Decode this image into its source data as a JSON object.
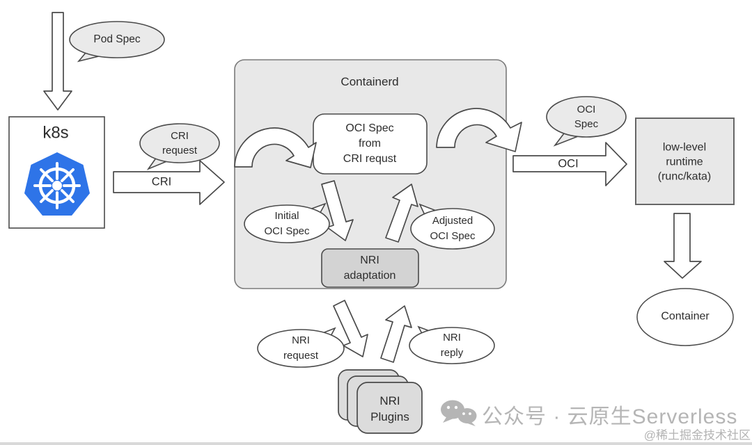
{
  "diagram": {
    "container_title": "Containerd",
    "nodes": {
      "k8s": {
        "label": "k8s"
      },
      "oci_spec_box": {
        "lines": [
          "OCI Spec",
          "from",
          "CRI requst"
        ]
      },
      "nri_adaptation": {
        "lines": [
          "NRI",
          "adaptation"
        ]
      },
      "low_level_runtime": {
        "lines": [
          "low-level",
          "runtime",
          "(runc/kata)"
        ]
      },
      "container": {
        "label": "Container"
      },
      "nri_plugins": {
        "lines": [
          "NRI",
          "Plugins"
        ]
      }
    },
    "bubbles": {
      "pod_spec": {
        "lines": [
          "Pod Spec"
        ]
      },
      "cri_request": {
        "lines": [
          "CRI",
          "request"
        ]
      },
      "oci_spec": {
        "lines": [
          "OCI",
          "Spec"
        ]
      },
      "initial_oci_spec": {
        "lines": [
          "Initial",
          "OCI Spec"
        ]
      },
      "adjusted_oci_spec": {
        "lines": [
          "Adjusted",
          "OCI Spec"
        ]
      },
      "nri_request": {
        "lines": [
          "NRI",
          "request"
        ]
      },
      "nri_reply": {
        "lines": [
          "NRI",
          "reply"
        ]
      }
    },
    "arrow_labels": {
      "cri": "CRI",
      "oci": "OCI"
    },
    "colors": {
      "kubernetes_blue": "#2e74e8",
      "containerd_fill": "#e8e8e8",
      "adaptation_fill": "#d3d3d3",
      "plugins_fill": "#dcdcdc",
      "bubble_fill_gray": "#eaeaea",
      "outline": "#4a4a4a",
      "watermark": "#b5b5b5"
    }
  },
  "watermark": {
    "account_label": "公众号 · 云原生Serverless",
    "credit": "@稀土掘金技术社区"
  }
}
